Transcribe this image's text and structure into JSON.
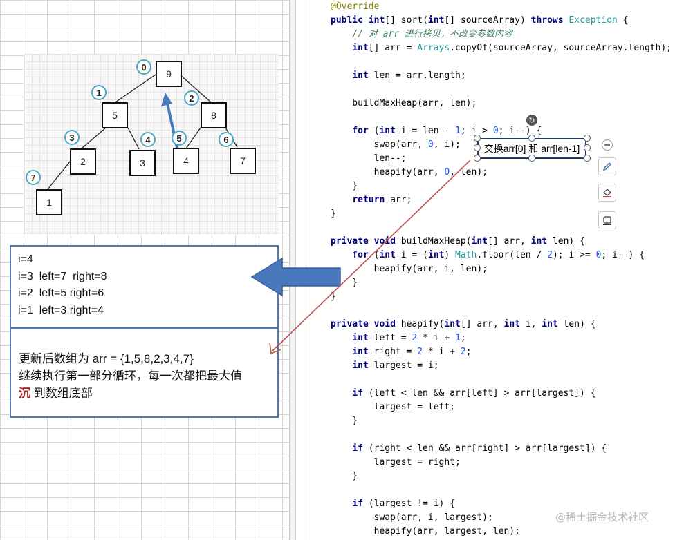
{
  "tree": {
    "nodes": [
      {
        "id": "n0",
        "value": "9",
        "index": "0"
      },
      {
        "id": "n1",
        "value": "5",
        "index": "1"
      },
      {
        "id": "n2",
        "value": "8",
        "index": "2"
      },
      {
        "id": "n3",
        "value": "2",
        "index": "3"
      },
      {
        "id": "n4",
        "value": "3",
        "index": "4"
      },
      {
        "id": "n5",
        "value": "4",
        "index": "5"
      },
      {
        "id": "n6",
        "value": "7",
        "index": "6"
      },
      {
        "id": "n7",
        "value": "1",
        "index": "7"
      }
    ]
  },
  "iterations": {
    "lines": [
      "i=4",
      "i=3  left=7  right=8",
      "i=2  left=5 right=6",
      "i=1  left=3 right=4"
    ]
  },
  "result": {
    "line1": "更新后数组为 arr = {1,5,8,2,3,4,7}",
    "line2": "继续执行第一部分循环，每一次都把最大值",
    "line3_bold": "沉",
    "line3_rest": " 到数组底部"
  },
  "callout": {
    "text": "交换arr[0] 和 arr[len-1]"
  },
  "code": {
    "lines": [
      "@Override",
      "public int[] sort(int[] sourceArray) throws Exception {",
      "    // 对 arr 进行拷贝，不改变参数内容",
      "    int[] arr = Arrays.copyOf(sourceArray, sourceArray.length);",
      "",
      "    int len = arr.length;",
      "",
      "    buildMaxHeap(arr, len);",
      "",
      "    for (int i = len - 1; i > 0; i--) {",
      "        swap(arr, 0, i);",
      "        len--;",
      "        heapify(arr, 0, len);",
      "    }",
      "    return arr;",
      "}",
      "",
      "private void buildMaxHeap(int[] arr, int len) {",
      "    for (int i = (int) Math.floor(len / 2); i >= 0; i--) {",
      "        heapify(arr, i, len);",
      "    }",
      "}",
      "",
      "private void heapify(int[] arr, int i, int len) {",
      "    int left = 2 * i + 1;",
      "    int right = 2 * i + 2;",
      "    int largest = i;",
      "",
      "    if (left < len && arr[left] > arr[largest]) {",
      "        largest = left;",
      "    }",
      "",
      "    if (right < len && arr[right] > arr[largest]) {",
      "        largest = right;",
      "    }",
      "",
      "    if (largest != i) {",
      "        swap(arr, i, largest);",
      "        heapify(arr, largest, len);"
    ]
  },
  "toolbar": {
    "collapse_icon": "minus-circle-icon",
    "pen_icon": "pen-icon",
    "fill_icon": "fill-bucket-icon",
    "outline_icon": "shape-outline-icon"
  },
  "watermark": "@稀土掘金技术社区",
  "colors": {
    "keyword": "#000080",
    "comment": "#3f7f5f",
    "number": "#1750eb",
    "annotation": "#808000",
    "box_border": "#4f77b0",
    "index_circle": "#4aa8c0",
    "arrow_blue": "#4a78bd",
    "arrow_red": "#c0504d"
  }
}
